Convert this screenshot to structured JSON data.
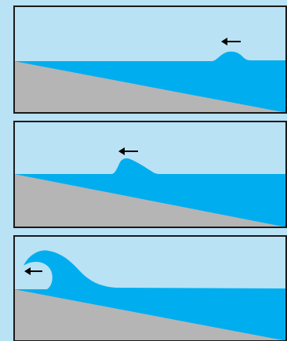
{
  "figure": {
    "background_color": "#b9e2f5",
    "sky_color": "#b9e2f5",
    "water_color": "#00aeef",
    "ground_color": "#b5b5b5",
    "frame_color": "#1a1a1a",
    "panels": [
      {
        "stage": "swell-offshore",
        "arrow_icon": "left-arrow-icon"
      },
      {
        "stage": "wave-shoaling",
        "arrow_icon": "left-arrow-icon"
      },
      {
        "stage": "wave-breaking",
        "arrow_icon": "left-arrow-icon"
      }
    ]
  }
}
